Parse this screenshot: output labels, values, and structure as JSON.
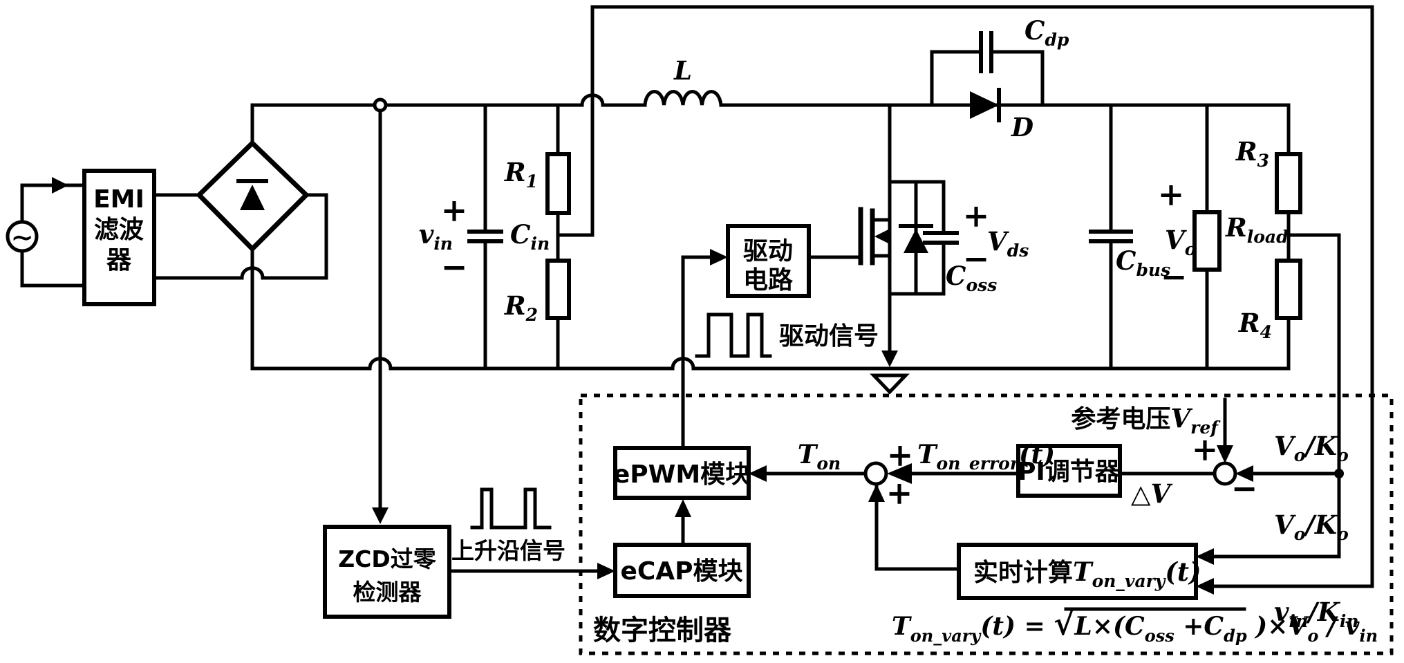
{
  "colors": {
    "ink": "#000000",
    "background": "#ffffff"
  },
  "circuit": {
    "ac_source_symbol": "∼",
    "emi_filter": [
      "EMI",
      "滤波",
      "器"
    ],
    "inductor": {
      "b": "L"
    },
    "r1": {
      "b": "R",
      "s": "1"
    },
    "r2": {
      "b": "R",
      "s": "2"
    },
    "r3": {
      "b": "R",
      "s": "3"
    },
    "r4": {
      "b": "R",
      "s": "4"
    },
    "rload": {
      "b": "R",
      "s": "load"
    },
    "cin": {
      "b": "C",
      "s": "in"
    },
    "cbus": {
      "b": "C",
      "s": "bus"
    },
    "cdp": {
      "b": "C",
      "s": "dp"
    },
    "coss": {
      "b": "C",
      "s": "oss"
    },
    "diode": {
      "b": "D"
    },
    "vin": {
      "b": "v",
      "s": "in"
    },
    "vo": {
      "b": "V",
      "s": "o"
    },
    "vds": {
      "b": "V",
      "s": "ds"
    },
    "vin_plus": "+",
    "vin_minus": "−",
    "vo_plus": "+",
    "vo_minus": "−",
    "vds_plus": "+",
    "vds_minus": "−",
    "drive_circuit": [
      "驱动",
      "电路"
    ],
    "drive_signal": "驱动信号"
  },
  "controller": {
    "title": "数字控制器",
    "zcd": [
      "ZCD过零",
      "检测器"
    ],
    "rising_edge": "上升沿信号",
    "epwm": "ePWM模块",
    "ecap": "eCAP模块",
    "pi": "PI调节器",
    "realtime": {
      "prefix": "实时计算",
      "b": "T",
      "s": "on_vary",
      "suf": "(t)"
    },
    "vref": {
      "prefix": "参考电压",
      "b": "V",
      "s": "ref"
    },
    "ton": {
      "b": "T",
      "s": "on"
    },
    "ton_error": {
      "b": "T",
      "s": "on_error",
      "suf": "(t)"
    },
    "delta_v": "△V",
    "vo_ko": {
      "b1": "V",
      "s1": "o",
      "b2": "/K",
      "s2": "o"
    },
    "vo_ko2": {
      "b1": "V",
      "s1": "o",
      "b2": "/K",
      "s2": "o"
    },
    "vin_kin": {
      "b1": "v",
      "s1": "in",
      "b2": "/K",
      "s2": "in"
    },
    "sum1_plus_right": "+",
    "sum1_plus_bottom": "+",
    "sum2_plus": "+",
    "sum2_minus": "−",
    "formula": {
      "b": "T",
      "s": "on_vary",
      "eq": "(t) = ",
      "radical": "√",
      "p1": "L×(C",
      "s1": "oss",
      "p2": " +C",
      "s2": "dp",
      "p3": " )×V",
      "s3": "o",
      "p4": " / v",
      "s4": "in"
    }
  }
}
